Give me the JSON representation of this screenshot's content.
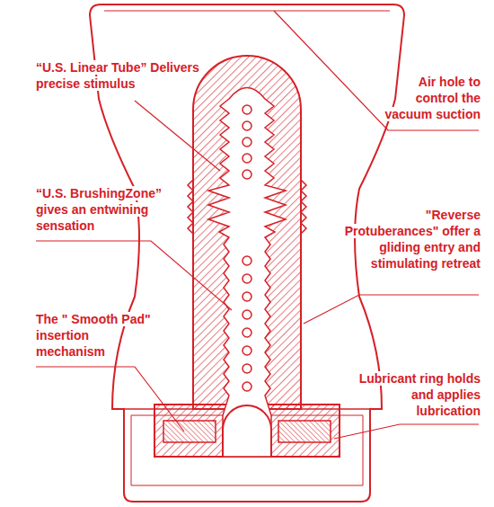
{
  "diagram": {
    "labels": [
      "“U.S. Linear Tube” Delivers precise stimulus",
      "Air hole to control the vacuum suction",
      "“U.S. BrushingZone” gives an entwining sensation",
      "\"Reverse Protuberances\" offer a gliding entry and stimulating retreat",
      "The \" Smooth Pad\" insertion mechanism",
      "Lubricant ring holds and applies lubrication"
    ]
  }
}
